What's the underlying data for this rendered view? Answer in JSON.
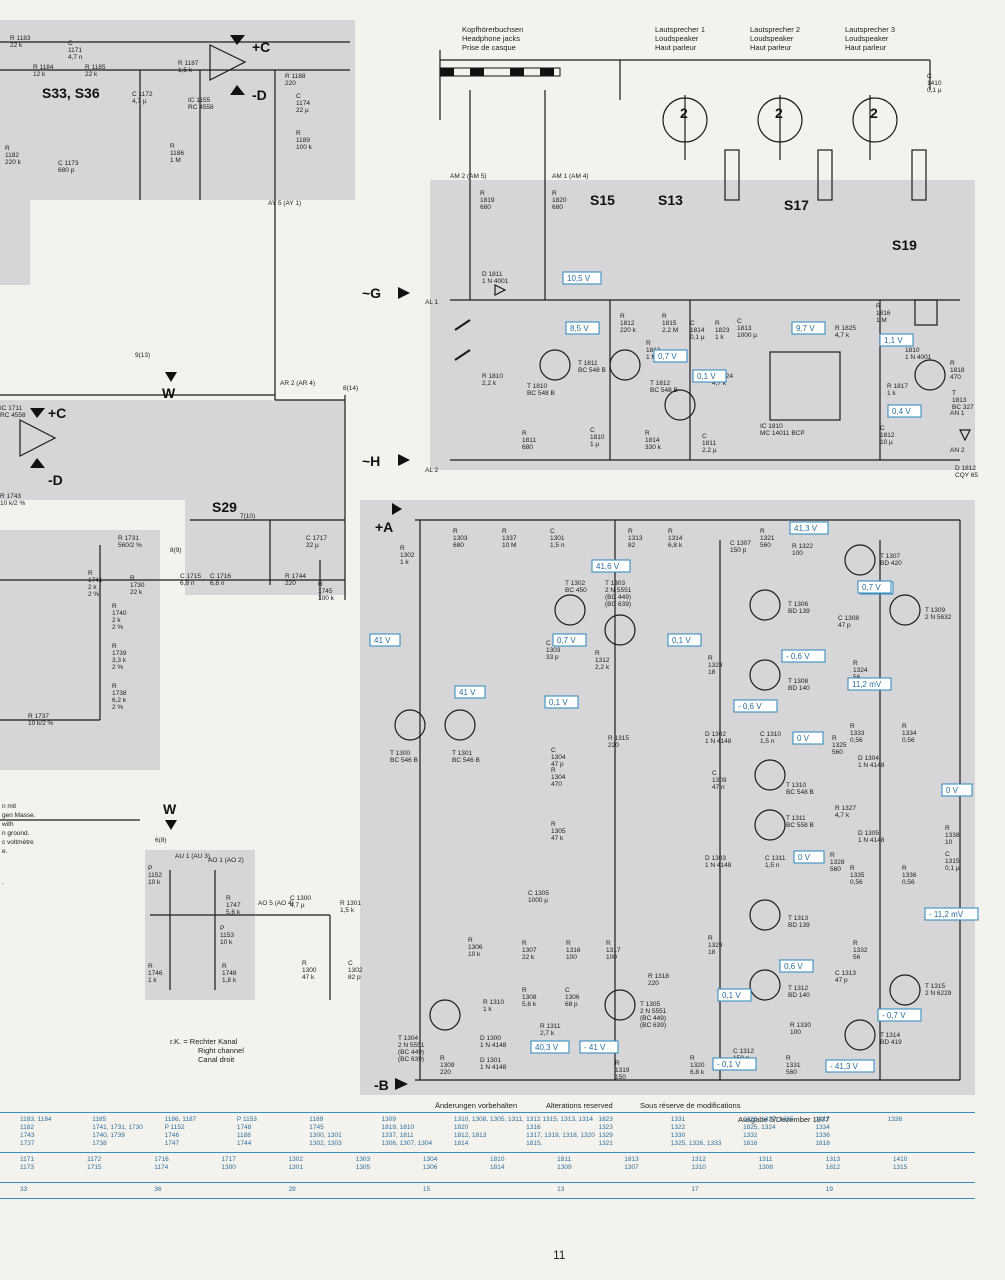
{
  "headers": {
    "jacks": [
      "Kopfhörerbuchsen",
      "Headphone jacks",
      "Prise de casque"
    ],
    "speaker1": [
      "Lautsprecher 1",
      "Loudspeaker",
      "Haut parleur"
    ],
    "speaker2": [
      "Lautsprecher 2",
      "Loudspeaker",
      "Haut parleur"
    ],
    "speaker3": [
      "Lautsprecher 3",
      "Loudspeaker",
      "Haut parleur"
    ]
  },
  "switches": [
    "S33, S36",
    "S15",
    "S13",
    "S17",
    "S19",
    "S29"
  ],
  "rails": {
    "pos": "+C",
    "neg": "-D",
    "plus_a": "+A",
    "minus_b": "-B",
    "g": "~G",
    "h": "~H",
    "w": "W"
  },
  "connectors": [
    "AL 1",
    "AL 2",
    "AN 1",
    "AN 2",
    "AY 5 (AY 1)",
    "AR 2 (AR 4)",
    "AM 2 (AM 5)",
    "AM 1 (AM 4)",
    "AO 1 (AO 2)",
    "AO 5 (AO 4)",
    "AU 1 (AU 3)",
    "9(13)",
    "8(14)",
    "8(9)",
    "7(10)",
    "6(8)"
  ],
  "components": {
    "R1819": [
      "R",
      "1819",
      "680"
    ],
    "R1820": [
      "R",
      "1820",
      "680"
    ],
    "D1811": [
      "D 1811",
      "1 N 4001"
    ],
    "R1812": [
      "R",
      "1812",
      "220 k"
    ],
    "R1815": [
      "R",
      "1815",
      "2,2 M"
    ],
    "C1814": [
      "C",
      "1814",
      "0,1 µ"
    ],
    "R1823": [
      "R",
      "1823",
      "1 k"
    ],
    "C1813": [
      "C",
      "1813",
      "1000 µ"
    ],
    "R1825": [
      "R 1825",
      "4,7 k"
    ],
    "R1816": [
      "R",
      "1816",
      "1 M"
    ],
    "D1810": [
      "D",
      "1810",
      "1 N 4001"
    ],
    "T1811": [
      "T 1811",
      "BC 548 B"
    ],
    "T1810": [
      "T 1810",
      "BC 548 B"
    ],
    "T1812": [
      "T 1812",
      "BC 548 B"
    ],
    "R1813": [
      "R",
      "1813",
      "1 M"
    ],
    "R1824": [
      "R 1824",
      "4,7 k"
    ],
    "IC1810": [
      "IC 1810",
      "MC 14011 BCP"
    ],
    "R1817": [
      "R 1817",
      "1 k"
    ],
    "T1813": [
      "T",
      "1813",
      "BC 327"
    ],
    "R1818": [
      "R",
      "1818",
      "470"
    ],
    "R1810": [
      "R 1810",
      "2,2 k"
    ],
    "R1811": [
      "R",
      "1811",
      "680"
    ],
    "C1810": [
      "C",
      "1810",
      "1 µ"
    ],
    "R1814": [
      "R",
      "1814",
      "330 k"
    ],
    "C1811": [
      "C",
      "1811",
      "2,2 µ"
    ],
    "C1812": [
      "C",
      "1812",
      "10 µ"
    ],
    "D1812": [
      "D 1812",
      "CQY 65"
    ],
    "C1410": [
      "C",
      "1410",
      "0,1 µ"
    ],
    "R1183": [
      "R 1183",
      "22 k"
    ],
    "C1171": [
      "C",
      "1171",
      "4,7 n"
    ],
    "R1184": [
      "R 1184",
      "12 k"
    ],
    "R1185": [
      "R 1185",
      "22 k"
    ],
    "R1187": [
      "R 1187",
      "1,5 k"
    ],
    "IC1155": [
      "IC 1155",
      "RC 4558"
    ],
    "R1188": [
      "R 1188",
      "220"
    ],
    "C1172": [
      "C 1172",
      "4,7 µ"
    ],
    "C1174": [
      "C",
      "1174",
      "22 µ"
    ],
    "R1186": [
      "R",
      "1186",
      "1 M"
    ],
    "R1189": [
      "R",
      "1189",
      "100 k"
    ],
    "C1173": [
      "C 1173",
      "680 p"
    ],
    "R1182": [
      "R",
      "1182",
      "220 k"
    ],
    "IC1711": [
      "IC 1711",
      "RC 4558"
    ],
    "R1743": [
      "R 1743",
      "10 k/2 %"
    ],
    "R1731": [
      "R 1731",
      "560/2 %"
    ],
    "R1730": [
      "R",
      "1730",
      "22 k"
    ],
    "C1715": [
      "C 1715",
      "6,8 n"
    ],
    "C1716": [
      "C 1716",
      "6,8 n"
    ],
    "R1744": [
      "R 1744",
      "220"
    ],
    "C1717": [
      "C 1717",
      "22 µ"
    ],
    "R1745": [
      "R",
      "1745",
      "100 k"
    ],
    "R1741": [
      "R",
      "1741",
      "2 k",
      "2 %"
    ],
    "R1740": [
      "R",
      "1740",
      "2 k",
      "2 %"
    ],
    "R1739": [
      "R",
      "1739",
      "3,3 k",
      "2 %"
    ],
    "R1738": [
      "R",
      "1738",
      "6,2 k",
      "2 %"
    ],
    "R1737": [
      "R 1737",
      "10 k/2 %"
    ],
    "R1302": [
      "R",
      "1302",
      "1 k"
    ],
    "R1303": [
      "R",
      "1303",
      "680"
    ],
    "R1337": [
      "R",
      "1337",
      "10 M"
    ],
    "C1301": [
      "C",
      "1301",
      "1,5 n"
    ],
    "R1313": [
      "R",
      "1313",
      "82"
    ],
    "R1314": [
      "R",
      "1314",
      "6,8 k"
    ],
    "C1307": [
      "C 1307",
      "150 p"
    ],
    "R1321": [
      "R",
      "1321",
      "560"
    ],
    "R1322": [
      "R 1322",
      "100"
    ],
    "T1307": [
      "T 1307",
      "BD 420"
    ],
    "T1302": [
      "T 1302",
      "BC 450"
    ],
    "T1303": [
      "T 1303",
      "2 N 5551",
      "(BC 449)",
      "(BC 639)"
    ],
    "T1306": [
      "T 1306",
      "BD 139"
    ],
    "C1308": [
      "C 1308",
      "47 p"
    ],
    "T1309": [
      "T 1309",
      "2 N 5632"
    ],
    "C1303": [
      "C",
      "1303",
      "33 p"
    ],
    "R1312": [
      "R",
      "1312",
      "2,2 k"
    ],
    "R1323": [
      "R",
      "1323",
      "18"
    ],
    "R1324": [
      "R",
      "1324",
      "56"
    ],
    "T1308": [
      "T 1308",
      "BD 140"
    ],
    "R1333": [
      "R",
      "1333",
      "0,56"
    ],
    "R1334": [
      "R",
      "1334",
      "0,56"
    ],
    "T1300": [
      "T 1300",
      "BC 546 B"
    ],
    "T1301": [
      "T 1301",
      "BC 546 B"
    ],
    "C1304": [
      "C",
      "1304",
      "47 p"
    ],
    "R1304": [
      "R",
      "1304",
      "470"
    ],
    "R1315": [
      "R 1315",
      "220"
    ],
    "D1302": [
      "D 1302",
      "1 N 4148"
    ],
    "C1310": [
      "C 1310",
      "1,5 n"
    ],
    "R1325": [
      "R",
      "1325",
      "560"
    ],
    "C1309": [
      "C",
      "1309",
      "47 n"
    ],
    "T1310": [
      "T 1310",
      "BC 548 B"
    ],
    "D1304": [
      "D 1304",
      "1 N 4148"
    ],
    "R1305": [
      "R",
      "1305",
      "47 k"
    ],
    "T1311": [
      "T 1311",
      "BC 558 B"
    ],
    "R1327": [
      "R 1327",
      "4,7 k"
    ],
    "D1305": [
      "D 1305",
      "1 N 4148"
    ],
    "R1338": [
      "R",
      "1338",
      "10"
    ],
    "C1315": [
      "C",
      "1315",
      "0,1 µ"
    ],
    "D1303": [
      "D 1303",
      "1 N 4148"
    ],
    "C1311": [
      "C 1311",
      "1,5 n"
    ],
    "R1328": [
      "R",
      "1328",
      "560"
    ],
    "R1335": [
      "R",
      "1335",
      "0,56"
    ],
    "R1336": [
      "R",
      "1336",
      "0,56"
    ],
    "C1305": [
      "C 1305",
      "1000 µ"
    ],
    "P1152": [
      "P",
      "1152",
      "10 k"
    ],
    "R1747": [
      "R",
      "1747",
      "5,6 k"
    ],
    "C1300": [
      "C 1300",
      "4,7 µ"
    ],
    "R1301": [
      "R 1301",
      "1,5 k"
    ],
    "P1153": [
      "P",
      "1153",
      "10 k"
    ],
    "R1300": [
      "R",
      "1300",
      "47 k"
    ],
    "C1302": [
      "C",
      "1302",
      "82 p"
    ],
    "R1306": [
      "R",
      "1306",
      "10 k"
    ],
    "R1307": [
      "R",
      "1307",
      "22 k"
    ],
    "R1316": [
      "R",
      "1316",
      "100"
    ],
    "R1317": [
      "R",
      "1317",
      "100"
    ],
    "T1313": [
      "T 1313",
      "BD 139"
    ],
    "R1329": [
      "R",
      "1329",
      "18"
    ],
    "R1332": [
      "R",
      "1332",
      "56"
    ],
    "R1746": [
      "R",
      "1746",
      "1 k"
    ],
    "R1748": [
      "R",
      "1748",
      "1,8 k"
    ],
    "R1308": [
      "R",
      "1308",
      "5,6 k"
    ],
    "C1306": [
      "C",
      "1306",
      "68 p"
    ],
    "R1318": [
      "R 1318",
      "220"
    ],
    "C1313": [
      "C 1313",
      "47 p"
    ],
    "T1315": [
      "T 1315",
      "2 N 6229"
    ],
    "T1312": [
      "T 1312",
      "BD 140"
    ],
    "T1304": [
      "T 1304",
      "2 N 5551",
      "(BC 449)",
      "(BC 639)"
    ],
    "R1310": [
      "R 1310",
      "1 k"
    ],
    "T1305": [
      "T 1305",
      "2 N 5551",
      "(BC 449)",
      "(BC 639)"
    ],
    "R1330": [
      "R 1330",
      "100"
    ],
    "D1300": [
      "D 1300",
      "1 N 4148"
    ],
    "R1311": [
      "R 1311",
      "2,7 k"
    ],
    "C1312": [
      "C 1312",
      "150 p"
    ],
    "T1314": [
      "T 1314",
      "BD 419"
    ],
    "D1301": [
      "D 1301",
      "1 N 4148"
    ],
    "R1309": [
      "R",
      "1309",
      "220"
    ],
    "R1319": [
      "R",
      "1319",
      "150"
    ],
    "R1320": [
      "R",
      "1320",
      "6,8 k"
    ],
    "R1331": [
      "R",
      "1331",
      "560"
    ]
  },
  "voltages": [
    "10,5 V",
    "8,5 V",
    "0,7 V",
    "0,1 V",
    "9,7 V",
    "1,1 V",
    "0,4 V",
    "41,3 V",
    "41,6 V",
    "0,7 V",
    "41 V",
    "0,7 V",
    "0,1 V",
    "- 0,6 V",
    "- 0,6 V",
    "11,2 mV",
    "41 V",
    "0,1 V",
    "0 V",
    "0 V",
    "0 V",
    "0,7 V",
    "- 11,2 mV",
    "0,6 V",
    "0,1 V",
    "- 0,7 V",
    "40,3 V",
    "- 41 V",
    "- 0,1 V",
    "- 41,3 V"
  ],
  "legend": [
    "r.K. = Rechter Kanal",
    "Right channel",
    "Canal droit"
  ],
  "left_note": [
    "n mit",
    "gen Masse.",
    "with",
    "n ground.",
    "c voltmètre",
    "e.",
    "."
  ],
  "footer_note": {
    "a": "Änderungen vorbehalten",
    "b": "Alterations reserved",
    "c": "Sous réserve de modifications",
    "edition": "Ausgabe 5/Dezember 1977"
  },
  "table_rows": [
    [
      "1183, 1184",
      "1182",
      "1743",
      "1737",
      "1185",
      "1741, 1731, 1730",
      "1740, 1739",
      "1738",
      "1186, 1187",
      "P 1152",
      "1746",
      "1747",
      "P 1153",
      "1748",
      "1188",
      "1744",
      "1189",
      "1745",
      "1300, 1301",
      "1302, 1303",
      "1309",
      "1819, 1810",
      "1337, 1811",
      "1306, 1307, 1304",
      "1310, 1308, 1305, 1311,",
      "1820",
      "1812, 1813",
      "1814",
      "1312 1315, 1313, 1314",
      "1316",
      "1317, 1319, 1318, 1320",
      "1815,",
      "1823",
      "1323",
      "1329",
      "1321",
      "1331",
      "1322",
      "1330",
      "1325, 1326, 1333",
      "1328, 1327, 1335",
      "1825, 1324",
      "1332",
      "1816",
      "1817",
      "1334",
      "1336",
      "1818",
      "1338"
    ],
    [
      "1171",
      "1173",
      "1172",
      "1715",
      "1716",
      "1174",
      "1717",
      "1300",
      "1302",
      "1301",
      "1303",
      "1305",
      "1304",
      "1306",
      "1810",
      "1814",
      "1811",
      "1309",
      "1813",
      "1307",
      "1312",
      "1310",
      "1311",
      "1308",
      "1313",
      "1812",
      "1410",
      "1315"
    ],
    [
      "33",
      "36",
      "29",
      "15",
      "13",
      "17",
      "19"
    ]
  ],
  "page_number": "11"
}
